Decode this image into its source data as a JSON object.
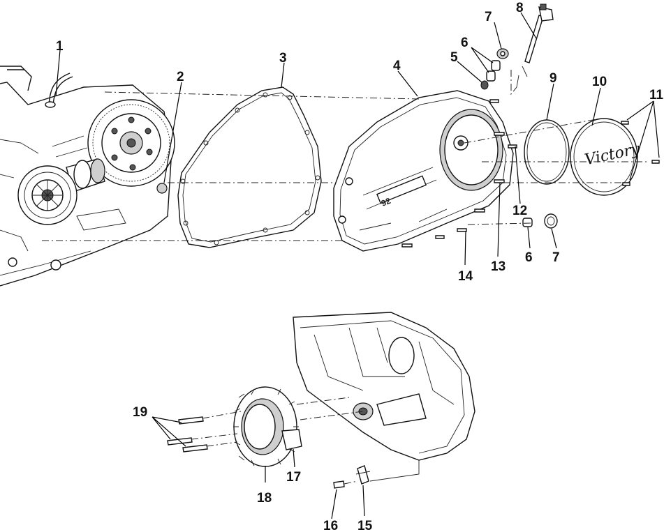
{
  "diagram": {
    "callouts": {
      "c1": "1",
      "c2": "2",
      "c3": "3",
      "c4": "4",
      "c5": "5",
      "c6a": "6",
      "c7a": "7",
      "c8": "8",
      "c9": "9",
      "c10": "10",
      "c11": "11",
      "c12": "12",
      "c6b": "6",
      "c7b": "7",
      "c13": "13",
      "c14": "14",
      "c15": "15",
      "c16": "16",
      "c17": "17",
      "c18": "18",
      "c19": "19"
    },
    "cover_logo": "Victory",
    "cover_badge": "92"
  }
}
